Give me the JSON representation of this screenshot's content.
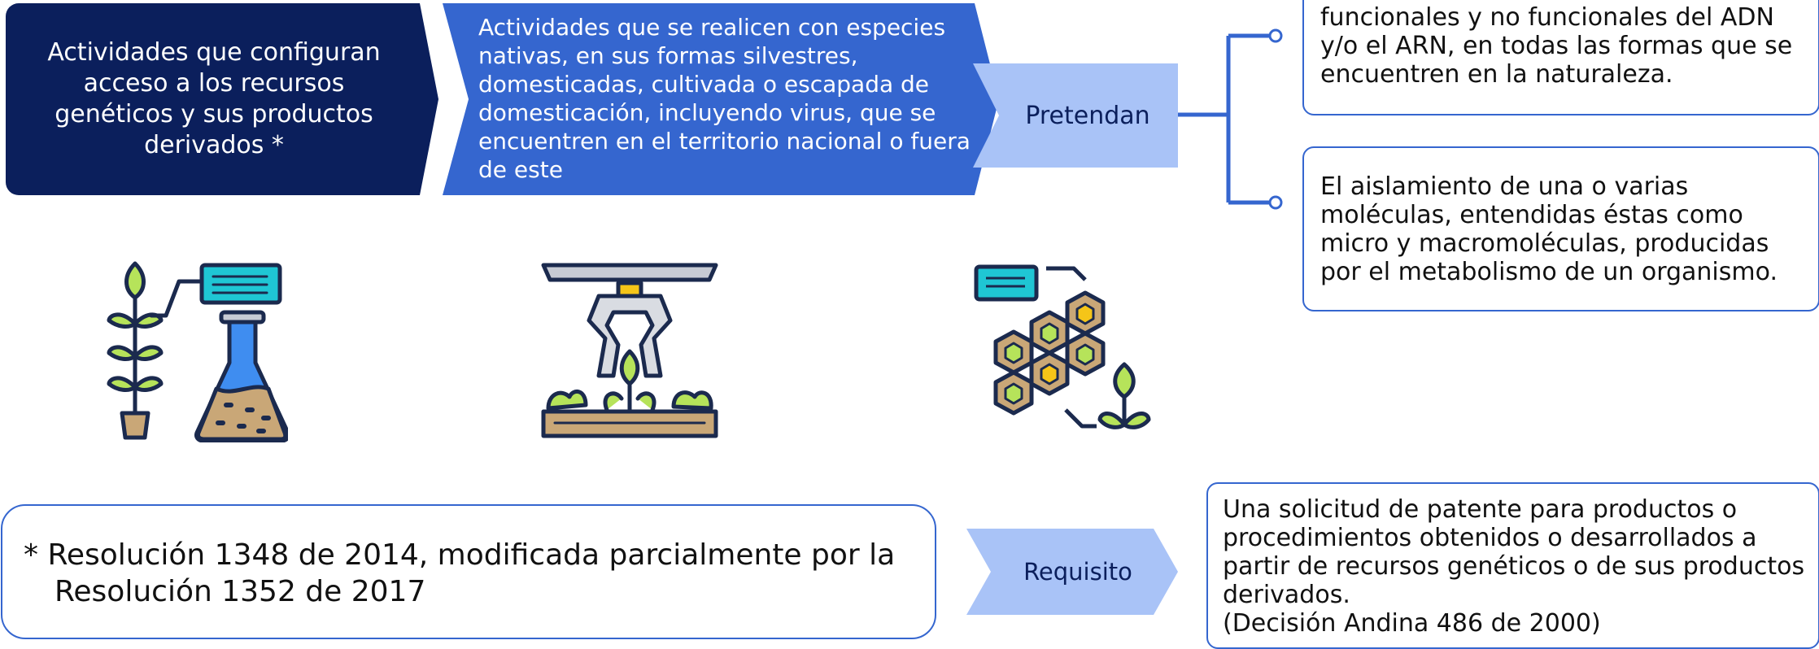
{
  "activities_box": {
    "text": "Actividades que configuran acceso a los recursos genéticos y sus productos derivados *"
  },
  "species_box": {
    "text": "Actividades que se realicen con especies nativas, en sus formas silvestres, domesticadas, cultivada o escapada de domesticación, incluyendo virus, que se encuentren en el territorio nacional o fuera de este"
  },
  "pretendan": {
    "label": "Pretendan"
  },
  "dna_box": {
    "text": "funcionales y no funcionales del ADN y/o el ARN, en todas las formas que se encuentren en la naturaleza."
  },
  "molecules_box": {
    "text": "El aislamiento de una o varias moléculas, entendidas éstas como micro y macromoléculas, producidas por el metabolismo de un organismo."
  },
  "resolution_box": {
    "line1": "* Resolución 1348 de 2014, modificada parcialmente por la",
    "line2": "Resolución 1352 de 2017"
  },
  "requisito": {
    "label": "Requisito"
  },
  "patent_box": {
    "line1": "Una solicitud de patente para productos o procedimientos obtenidos o desarrollados a partir de recursos genéticos o de sus productos derivados.",
    "line2": "(Decisión Andina 486 de 2000)"
  },
  "icons": [
    "plant-flask-icon",
    "robotic-claw-plants-icon",
    "molecules-plant-icon"
  ],
  "colors": {
    "dark_navy": "#0b1f5c",
    "blue": "#3566cf",
    "light_blue": "#a9c3f7"
  }
}
